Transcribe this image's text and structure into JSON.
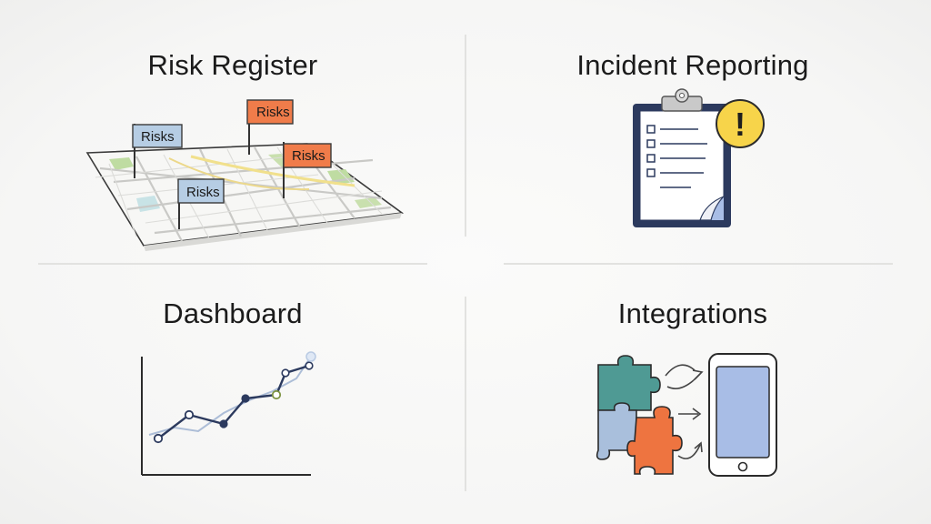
{
  "panels": {
    "risk_register": {
      "title": "Risk Register",
      "flags": [
        "Risks",
        "Risks",
        "Risks",
        "Risks"
      ]
    },
    "incident_reporting": {
      "title": "Incident Reporting",
      "alert_symbol": "!"
    },
    "dashboard": {
      "title": "Dashboard"
    },
    "integrations": {
      "title": "Integrations"
    }
  },
  "colors": {
    "flag_blue": "#b6cde4",
    "flag_orange": "#f07c4a",
    "clipboard_navy": "#2c3a5e",
    "alert_yellow": "#f7d44a",
    "puzzle_teal": "#4f9a94",
    "puzzle_blue": "#a9bfdc",
    "puzzle_orange": "#ee7440",
    "phone_screen": "#a8bde6"
  },
  "icons": [
    "map-icon",
    "flag-icon",
    "clipboard-icon",
    "warning-icon",
    "line-chart-icon",
    "puzzle-icon",
    "smartphone-icon",
    "arrow-icon"
  ]
}
